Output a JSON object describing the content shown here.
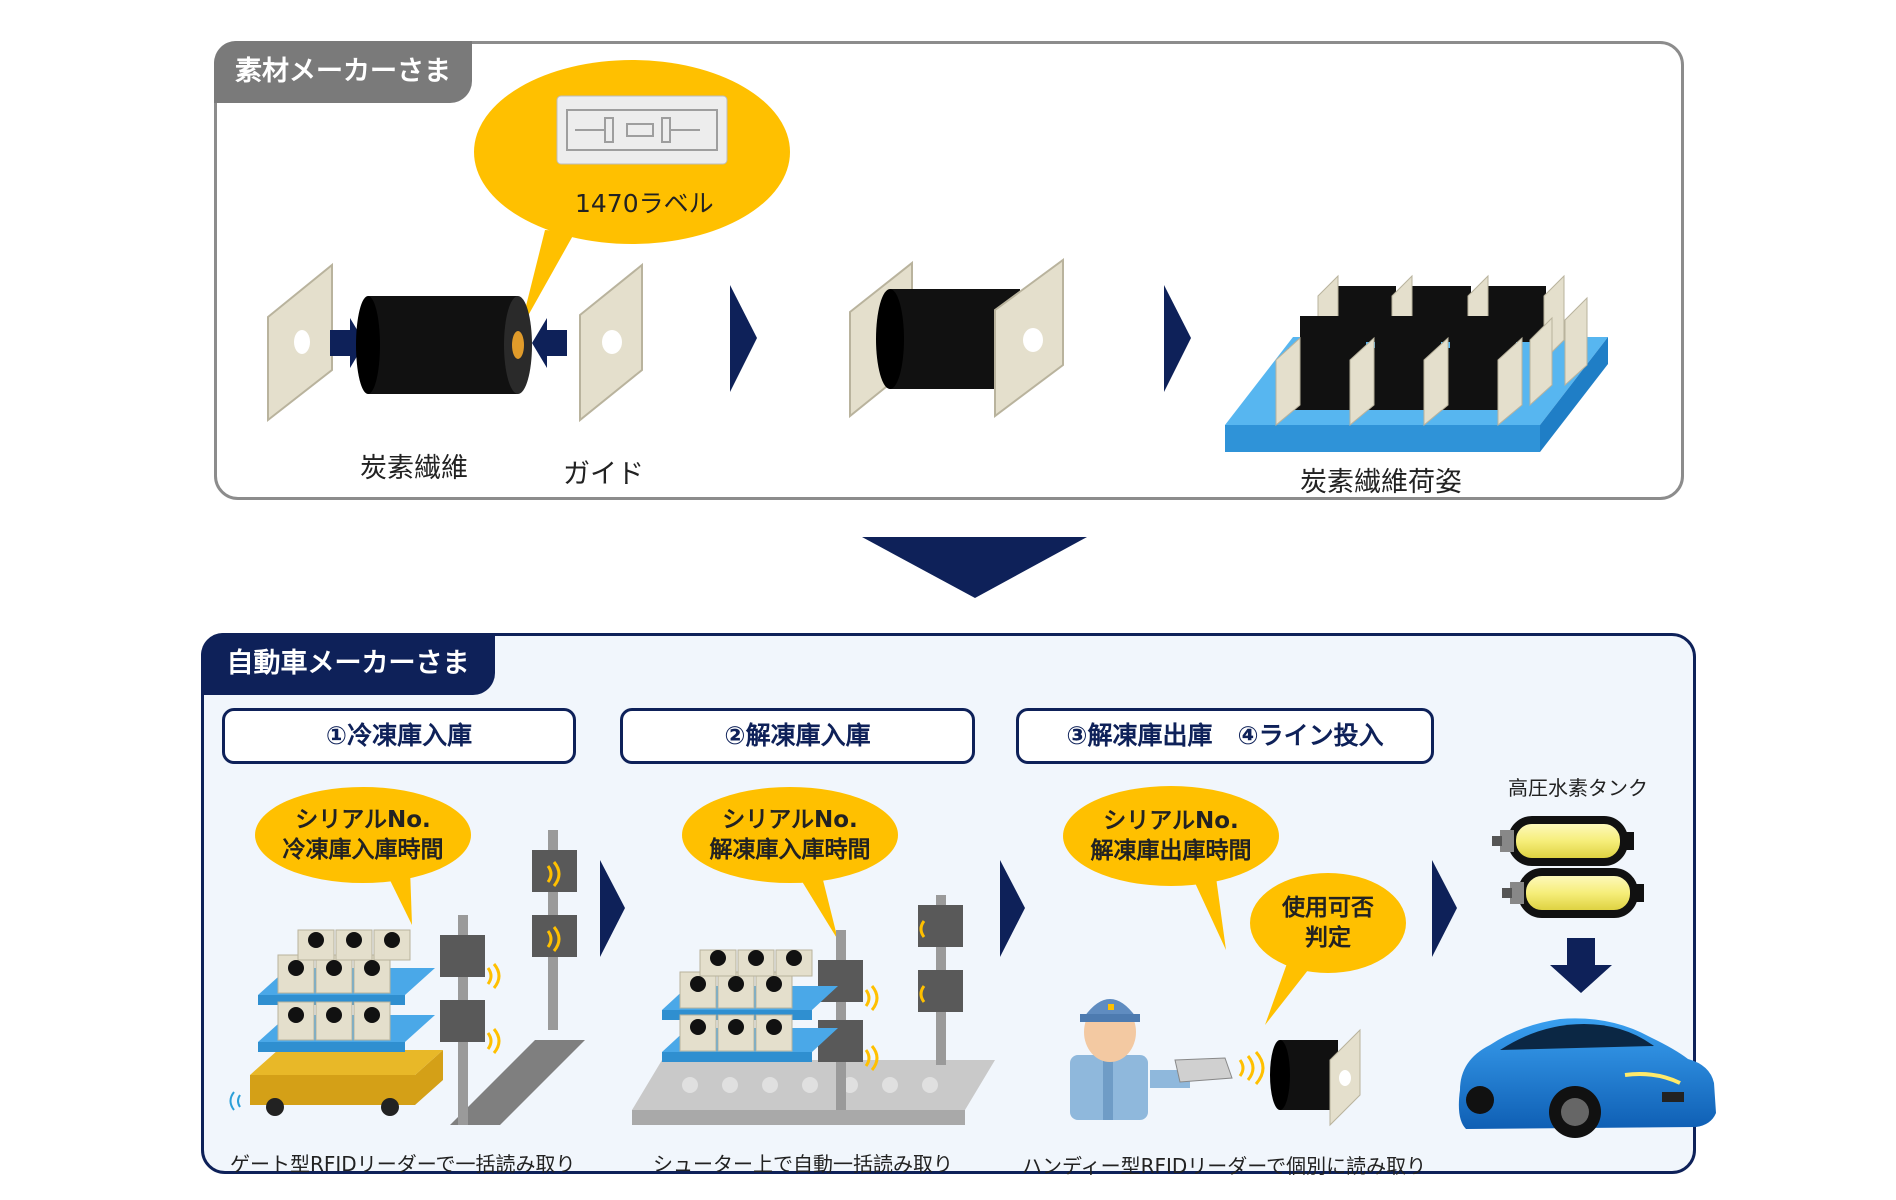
{
  "supplier": {
    "tab_label": "素材メーカーさま",
    "label_callout": "1470ラベル",
    "carbon_fiber": "炭素繊維",
    "guide": "ガイド",
    "packaging": "炭素繊維荷姿"
  },
  "automaker": {
    "tab_label": "自動車メーカーさま",
    "steps": [
      {
        "label": "①冷凍庫入庫"
      },
      {
        "label": "②解凍庫入庫"
      },
      {
        "label": "③解凍庫出庫　④ライン投入"
      }
    ],
    "bubbles": {
      "b1_line1": "シリアルNo.",
      "b1_line2": "冷凍庫入庫時間",
      "b2_line1": "シリアルNo.",
      "b2_line2": "解凍庫入庫時間",
      "b3_line1": "シリアルNo.",
      "b3_line2": "解凍庫出庫時間",
      "b4_line1": "使用可否",
      "b4_line2": "判定"
    },
    "captions": {
      "gate": "ゲート型RFIDリーダーで一括読み取り",
      "chute": "シューター上で自動一括読み取り",
      "handy": "ハンディー型RFIDリーダーで個別に読み取り"
    },
    "tank_label": "高圧水素タンク"
  },
  "colors": {
    "navy": "#0e2159",
    "callout_yellow": "#ffc000",
    "tab_gray": "#7a7a7a",
    "pallet_blue": "#4aa8e8",
    "car_blue": "#1e7fd6"
  }
}
